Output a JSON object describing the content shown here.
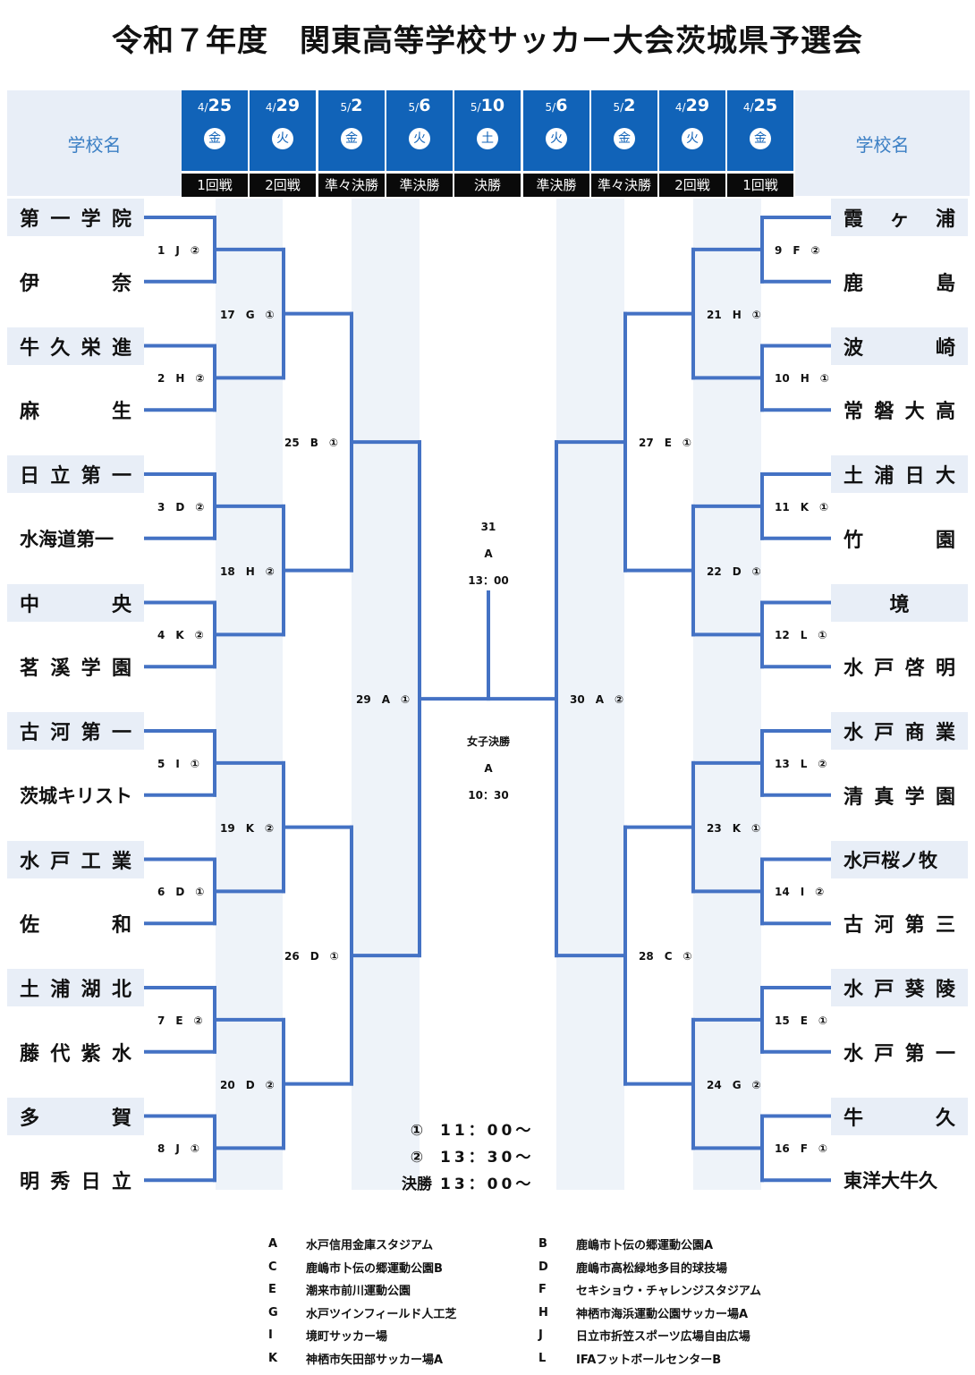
{
  "title": "令和７年度　関東高等学校サッカー大会茨城県予選会",
  "header": {
    "school_label_left": "学校名",
    "school_label_right": "学校名",
    "columns": [
      {
        "month": "4/",
        "day_num": "25",
        "weekday": "金",
        "round": "1回戦"
      },
      {
        "month": "4/",
        "day_num": "29",
        "weekday": "火",
        "round": "2回戦"
      },
      {
        "month": "5/",
        "day_num": "2",
        "weekday": "金",
        "round": "準々決勝"
      },
      {
        "month": "5/",
        "day_num": "6",
        "weekday": "火",
        "round": "準決勝"
      },
      {
        "month": "5/",
        "day_num": "10",
        "weekday": "土",
        "round": "決勝"
      },
      {
        "month": "5/",
        "day_num": "6",
        "weekday": "火",
        "round": "準決勝"
      },
      {
        "month": "5/",
        "day_num": "2",
        "weekday": "金",
        "round": "準々決勝"
      },
      {
        "month": "4/",
        "day_num": "29",
        "weekday": "火",
        "round": "2回戦"
      },
      {
        "month": "4/",
        "day_num": "25",
        "weekday": "金",
        "round": "1回戦"
      }
    ]
  },
  "teams_left": [
    "第一学院",
    "伊奈",
    "牛久栄進",
    "麻生",
    "日立第一",
    "水海道第一",
    "中央",
    "茗溪学園",
    "古河第一",
    "茨城キリスト",
    "水戸工業",
    "佐和",
    "土浦湖北",
    "藤代紫水",
    "多賀",
    "明秀日立"
  ],
  "teams_right": [
    "霞ヶ浦",
    "鹿島",
    "波崎",
    "常磐大高",
    "土浦日大",
    "竹園",
    "境",
    "水戸啓明",
    "水戸商業",
    "清真学園",
    "水戸桜ノ牧",
    "古河第三",
    "水戸葵陵",
    "水戸第一",
    "牛久",
    "東洋大牛久"
  ],
  "matches_left_r1": [
    "1　J　②",
    "2　H　②",
    "3　D　②",
    "4　K　②",
    "5　I　①",
    "6　D　①",
    "7　E　②",
    "8　J　①"
  ],
  "matches_left_r2": [
    "17　G　①",
    "18　H　②",
    "19　K　②",
    "20　D　②"
  ],
  "matches_left_qf": [
    "25　B　①",
    "26　D　①"
  ],
  "matches_left_sf": "29　A　①",
  "matches_right_r1": [
    "9　F　②",
    "10　H　①",
    "11　K　①",
    "12　L　①",
    "13　L　②",
    "14　I　②",
    "15　E　①",
    "16　F　①"
  ],
  "matches_right_r2": [
    "21　H　①",
    "22　D　①",
    "23　K　①",
    "24　G　②"
  ],
  "matches_right_qf": [
    "27　E　①",
    "28　C　①"
  ],
  "matches_right_sf": "30　A　②",
  "final": {
    "no": "31",
    "venue": "A",
    "time": "13：00"
  },
  "women_final": {
    "label": "女子決勝",
    "venue": "A",
    "time": "10：30"
  },
  "times": [
    {
      "key": "①",
      "val": "11：00〜"
    },
    {
      "key": "②",
      "val": "13：30〜"
    },
    {
      "key": "決勝",
      "val": "13：00〜"
    }
  ],
  "venues": [
    {
      "code": "A",
      "name": "水戸信用金庫スタジアム",
      "code2": "B",
      "name2": "鹿嶋市卜伝の郷運動公園A"
    },
    {
      "code": "C",
      "name": "鹿嶋市卜伝の郷運動公園B",
      "code2": "D",
      "name2": "鹿嶋市高松緑地多目的球技場"
    },
    {
      "code": "E",
      "name": "潮来市前川運動公園",
      "code2": "F",
      "name2": "セキショウ・チャレンジスタジアム"
    },
    {
      "code": "G",
      "name": "水戸ツインフィールド人工芝",
      "code2": "H",
      "name2": "神栖市海浜運動公園サッカー場A"
    },
    {
      "code": "I",
      "name": "境町サッカー場",
      "code2": "J",
      "name2": "日立市折笠スポーツ広場自由広場"
    },
    {
      "code": "K",
      "name": "神栖市矢田部サッカー場A",
      "code2": "L",
      "name2": "IFAフットボールセンターB"
    }
  ],
  "colors": {
    "header_blue": "#1163b8",
    "line_blue": "#4472c4",
    "shade": "#e8eef7"
  }
}
